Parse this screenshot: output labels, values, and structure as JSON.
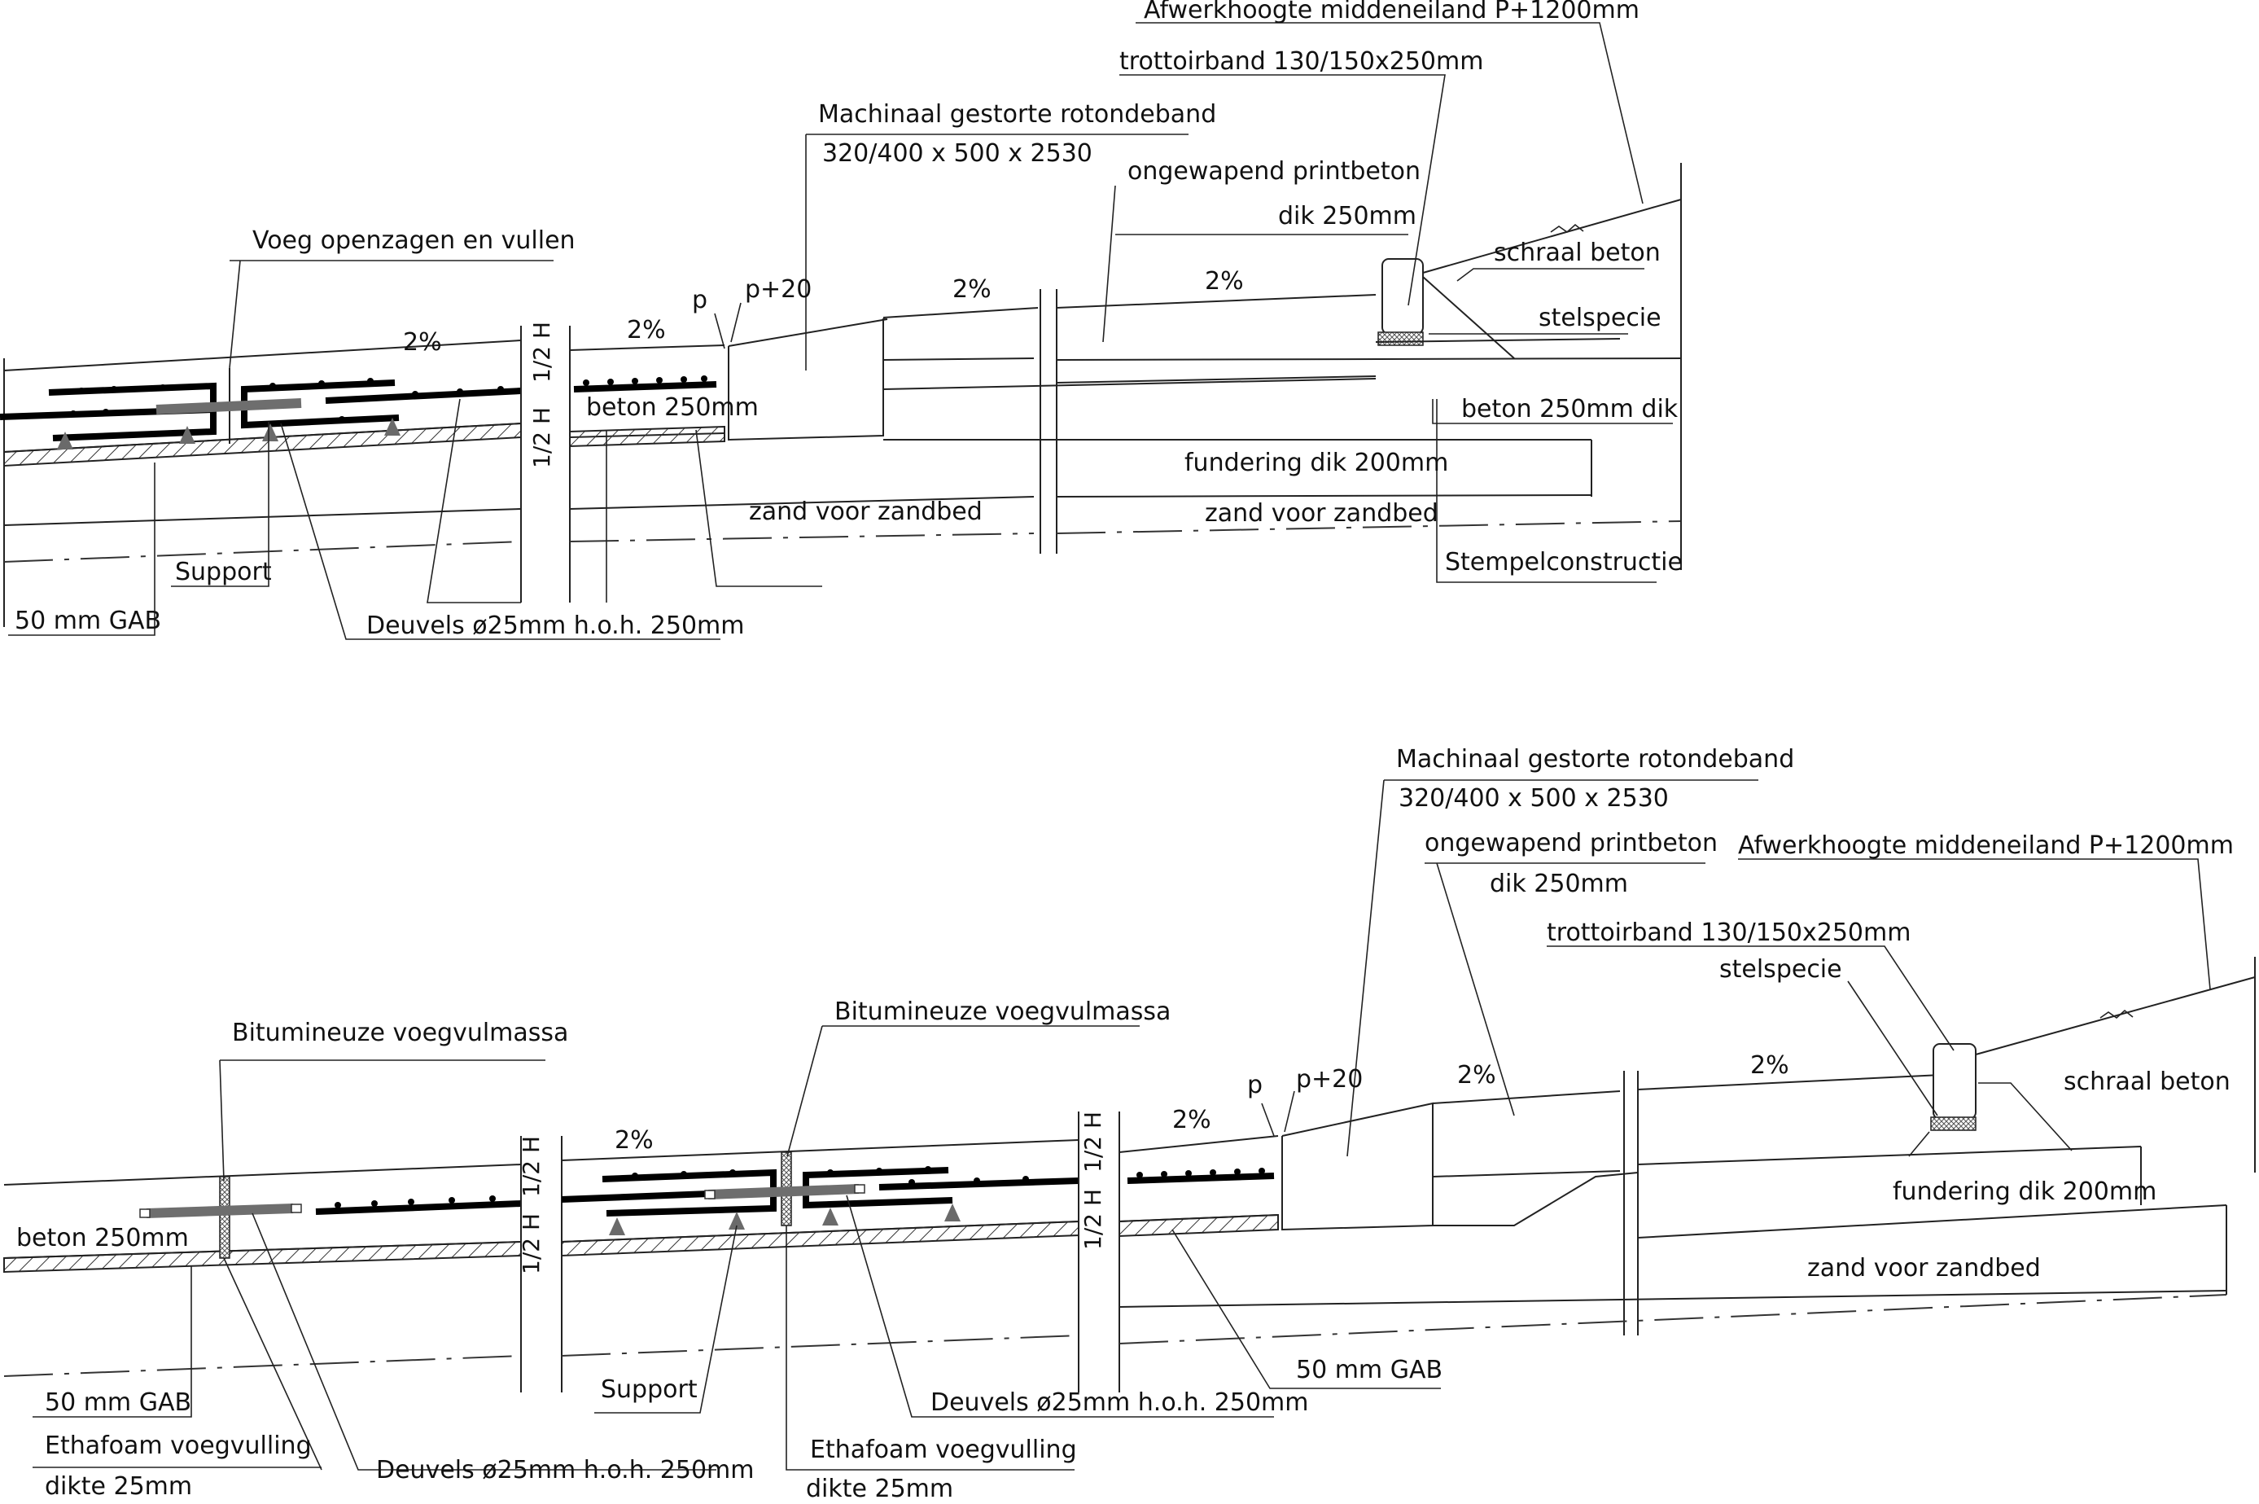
{
  "section_top": {
    "labels": {
      "afwerk": "Afwerkhoogte middeneiland  P+1200mm",
      "trottoir": "trottoirband 130/150x250mm",
      "machinaal": "Machinaal gestorte rotondeband",
      "machinaal_dims": "320/400 x 500 x 2530",
      "printbeton": "ongewapend printbeton",
      "printbeton_dik": "dik 250mm",
      "schraal": "schraal beton",
      "stelspecie": "stelspecie",
      "beton_dik": "beton 250mm dik",
      "fundering": "fundering dik 200mm",
      "zand1": "zand voor zandbed",
      "zand2": "zand voor zandbed",
      "stempel": "Stempelconstructie",
      "voeg": "Voeg openzagen en vullen",
      "slope1": "2%",
      "slope2": "2%",
      "slope3": "2%",
      "slope4": "2%",
      "p": "p",
      "p20": "p+20",
      "half_h_1": "1/2 H",
      "half_h_2": "1/2 H",
      "beton250": "beton  250mm",
      "support": "Support",
      "gab": "50 mm  GAB",
      "deuvels": "Deuvels ø25mm  h.o.h. 250mm"
    }
  },
  "section_bottom": {
    "labels": {
      "machinaal": "Machinaal gestorte rotondeband",
      "machinaal_dims": "320/400 x 500 x  2530",
      "printbeton": "ongewapend printbeton",
      "printbeton_dik": "dik 250mm",
      "afwerk": "Afwerkhoogte middeneiland  P+1200mm",
      "trottoir": "trottoirband 130/150x250mm",
      "stelspecie": "stelspecie",
      "schraal": "schraal beton",
      "fundering": "fundering dik 200mm",
      "zand": "zand voor zandbed",
      "bitum1": "Bitumineuze voegvulmassa",
      "bitum2": "Bitumineuze voegvulmassa",
      "beton250": "beton  250mm",
      "gab1": "50 mm GAB",
      "gab2": "50 mm  GAB",
      "ethafoam1": "Ethafoam voegvulling",
      "ethafoam1_dikte": "dikte 25mm",
      "ethafoam2": "Ethafoam voegvulling",
      "ethafoam2_dikte": "dikte 25mm",
      "deuvels1": "Deuvels ø25mm  h.o.h. 250mm",
      "deuvels2": "Deuvels ø25mm  h.o.h. 250mm",
      "support": "Support",
      "slope1": "2%",
      "slope2": "2%",
      "slope3": "2%",
      "slope4": "2%",
      "p": "p",
      "p20": "p+20",
      "half_h_1": "1/2 H",
      "half_h_2": "1/2 H",
      "half_h_3": "1/2 H",
      "half_h_4": "1/2 H"
    }
  }
}
